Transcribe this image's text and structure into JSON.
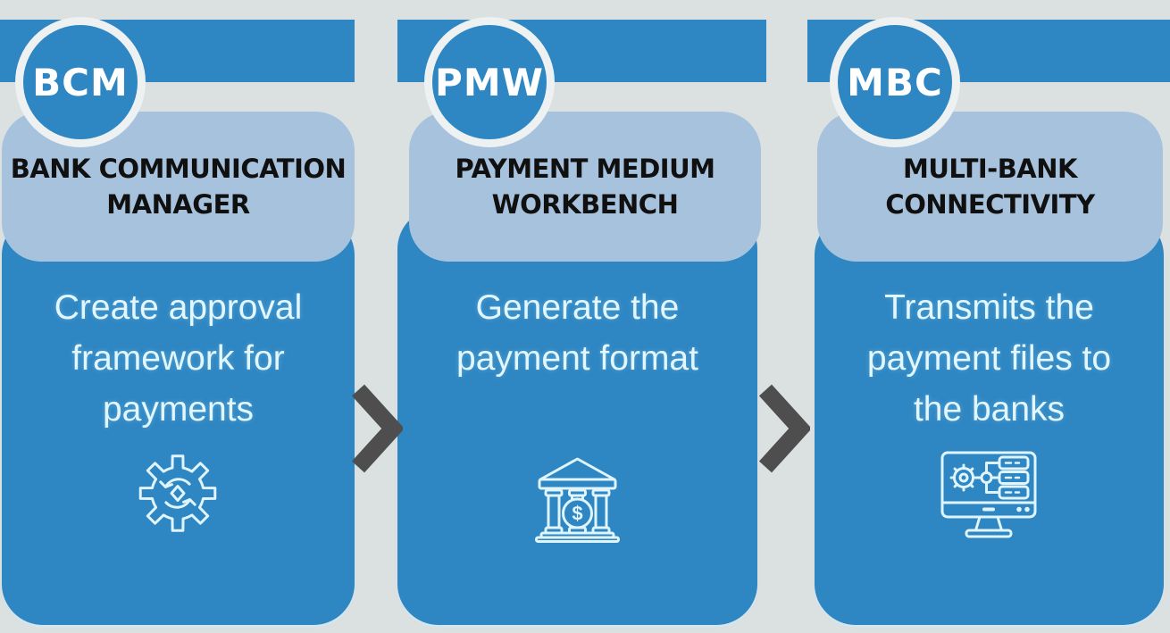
{
  "diagram": {
    "type": "process-flow",
    "cards": [
      {
        "badge": "BCM",
        "title_lines": [
          "BANK COMMUNICATION",
          "MANAGER"
        ],
        "description_lines": [
          "Create approval",
          "framework for",
          "payments"
        ],
        "icon": "process-gear-icon"
      },
      {
        "badge": "PMW",
        "title_lines": [
          "PAYMENT MEDIUM",
          "WORKBENCH"
        ],
        "description_lines": [
          "Generate the",
          "payment format"
        ],
        "icon": "bank-icon"
      },
      {
        "badge": "MBC",
        "title_lines": [
          "MULTI-BANK",
          "CONNECTIVITY"
        ],
        "description_lines": [
          "Transmits the",
          "payment files to",
          "the banks"
        ],
        "icon": "monitor-workflow-icon"
      }
    ],
    "connectors": [
      {
        "icon": "chevron-right"
      },
      {
        "icon": "chevron-right"
      }
    ],
    "colors": {
      "background": "#dbe0e1",
      "card_blue": "#2e86c2",
      "header_light_blue": "#a7c2dc",
      "header_text": "#101010",
      "body_text": "#e2f6fd",
      "badge_text": "#ffffff",
      "badge_ring": "#eef1f2",
      "icon_stroke": "#dff4fb",
      "arrow_gray": "#4e4e4e"
    }
  }
}
